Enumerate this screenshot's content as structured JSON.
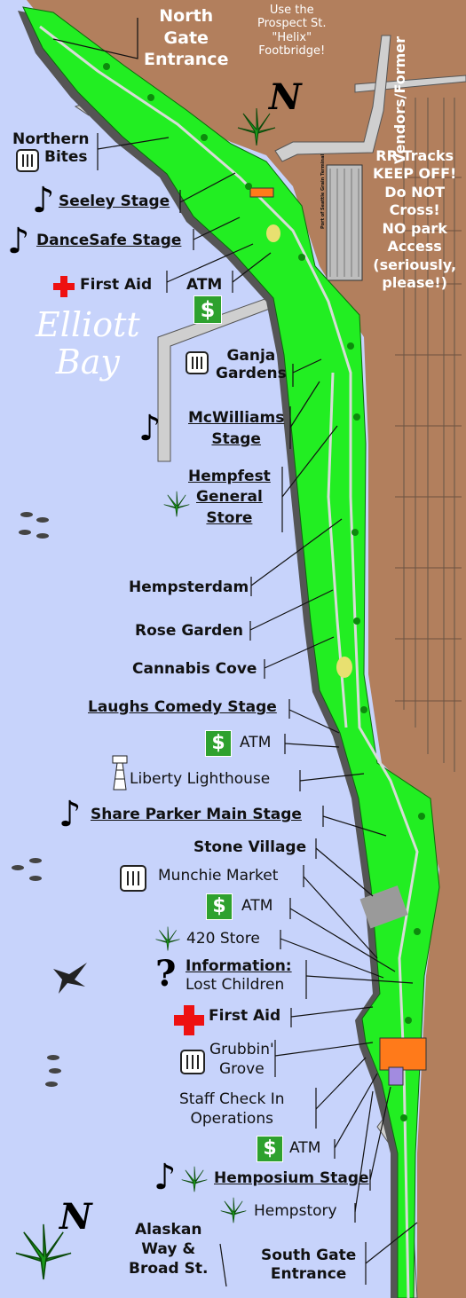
{
  "bay_name": [
    "Elliott",
    "Bay"
  ],
  "gates": {
    "north": [
      "North",
      "Gate",
      "Entrance"
    ],
    "south": [
      "South Gate",
      "Entrance"
    ]
  },
  "footbridge_note": [
    "Use the",
    "Prospect St.",
    "\"Helix\"",
    "Footbridge!"
  ],
  "rr_warning": [
    "RR Tracks",
    "KEEP OFF!",
    "Do NOT",
    "Cross!",
    "NO park",
    "Access",
    "(seriously,",
    "please!)"
  ],
  "vendor_label": "Vendors/Former",
  "street_label": [
    "Alaskan",
    "Way &",
    "Broad St."
  ],
  "grain_terminal": [
    "Port of Seattle",
    "Grain Terminal"
  ],
  "compass": "N",
  "labels": {
    "northern_bites": [
      "Northern",
      "Bites"
    ],
    "seeley_stage": "Seeley Stage",
    "dancesafe_stage": "DanceSafe Stage",
    "first_aid_north": "First Aid",
    "atm_north": "ATM",
    "ganja_gardens": [
      "Ganja",
      "Gardens"
    ],
    "mcwilliams_stage": [
      "McWilliams",
      "Stage"
    ],
    "general_store": [
      "Hempfest",
      "General",
      "Store"
    ],
    "hempsterdam": "Hempsterdam",
    "rose_garden": "Rose Garden",
    "cannabis_cove": "Cannabis Cove",
    "laughs_comedy": "Laughs Comedy Stage",
    "atm_mid": "ATM",
    "liberty_lighthouse": "Liberty Lighthouse",
    "share_parker": "Share Parker Main Stage",
    "stone_village": "Stone Village",
    "munchie_market": "Munchie Market",
    "atm_south": "ATM",
    "store_420": "420 Store",
    "information": [
      "Information:",
      "Lost Children"
    ],
    "first_aid_south": "First Aid",
    "grubbin_grove": [
      "Grubbin'",
      "Grove"
    ],
    "staff_checkin": [
      "Staff Check In",
      "Operations"
    ],
    "atm_bottom": "ATM",
    "hemposium": "Hemposium Stage",
    "hempstory": "Hempstory"
  },
  "colors": {
    "water": "#c7d3fb",
    "land": "#b27f5d",
    "park": "#22ee22",
    "shadow": "#555555",
    "first_aid": "#ee1111",
    "atm": "#2ea12e",
    "orange": "#ff7a1a",
    "purple": "#a28be0"
  }
}
